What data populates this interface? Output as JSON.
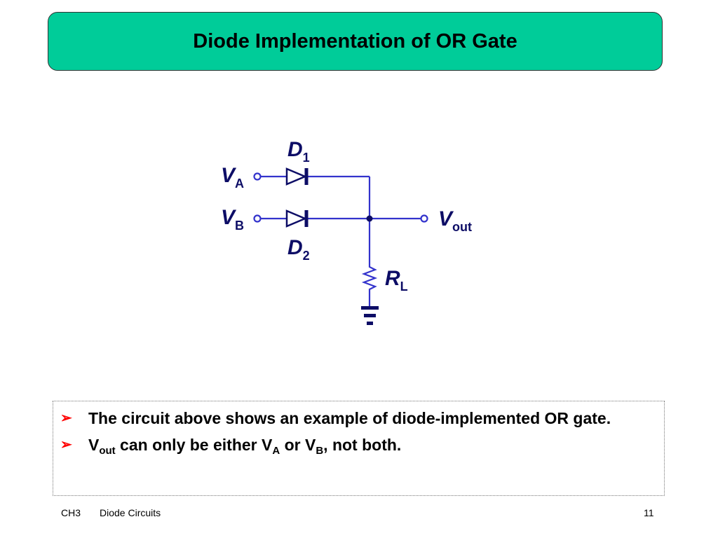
{
  "title": "Diode Implementation of OR Gate",
  "circuit": {
    "inputs": [
      {
        "main": "V",
        "sub": "A"
      },
      {
        "main": "V",
        "sub": "B"
      }
    ],
    "diodes": [
      {
        "main": "D",
        "sub": "1"
      },
      {
        "main": "D",
        "sub": "2"
      }
    ],
    "output": {
      "main": "V",
      "sub": "out"
    },
    "resistor": {
      "main": "R",
      "sub": "L"
    }
  },
  "bullets": [
    {
      "text": "The circuit above shows an example of diode-implemented OR gate."
    },
    {
      "parts": {
        "p1": "V",
        "s1": "out",
        "p2": " can only be either V",
        "s2": "A",
        "p3": " or V",
        "s3": "B",
        "p4": ", not both."
      }
    }
  ],
  "footer": {
    "chapter": "CH3",
    "topic": "Diode Circuits",
    "page": "11"
  },
  "colors": {
    "title_bg": "#00cc99",
    "wire": "#3333cc",
    "bullet_arrow": "#ff0000"
  }
}
